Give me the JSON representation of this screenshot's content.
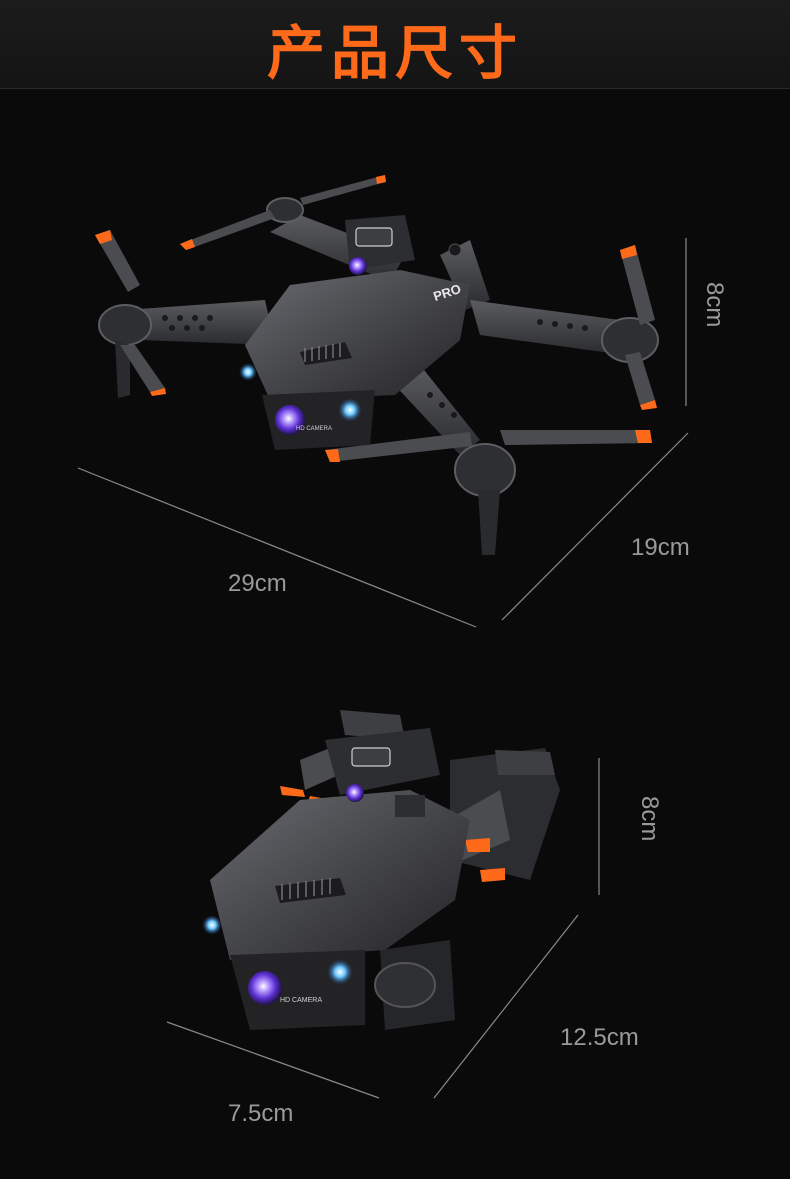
{
  "header": {
    "title": "产品尺寸"
  },
  "colors": {
    "accent": "#ff6a1a",
    "line": "#8a8a8a",
    "body": "#3c3d40",
    "label": "#9a9a9a"
  },
  "unfolded": {
    "height_label": "8cm",
    "depth_label": "19cm",
    "width_label": "29cm",
    "badge": "PRO",
    "camera_text": "HD CAMERA"
  },
  "folded": {
    "height_label": "8cm",
    "depth_label": "12.5cm",
    "width_label": "7.5cm",
    "camera_text": "HD CAMERA"
  }
}
